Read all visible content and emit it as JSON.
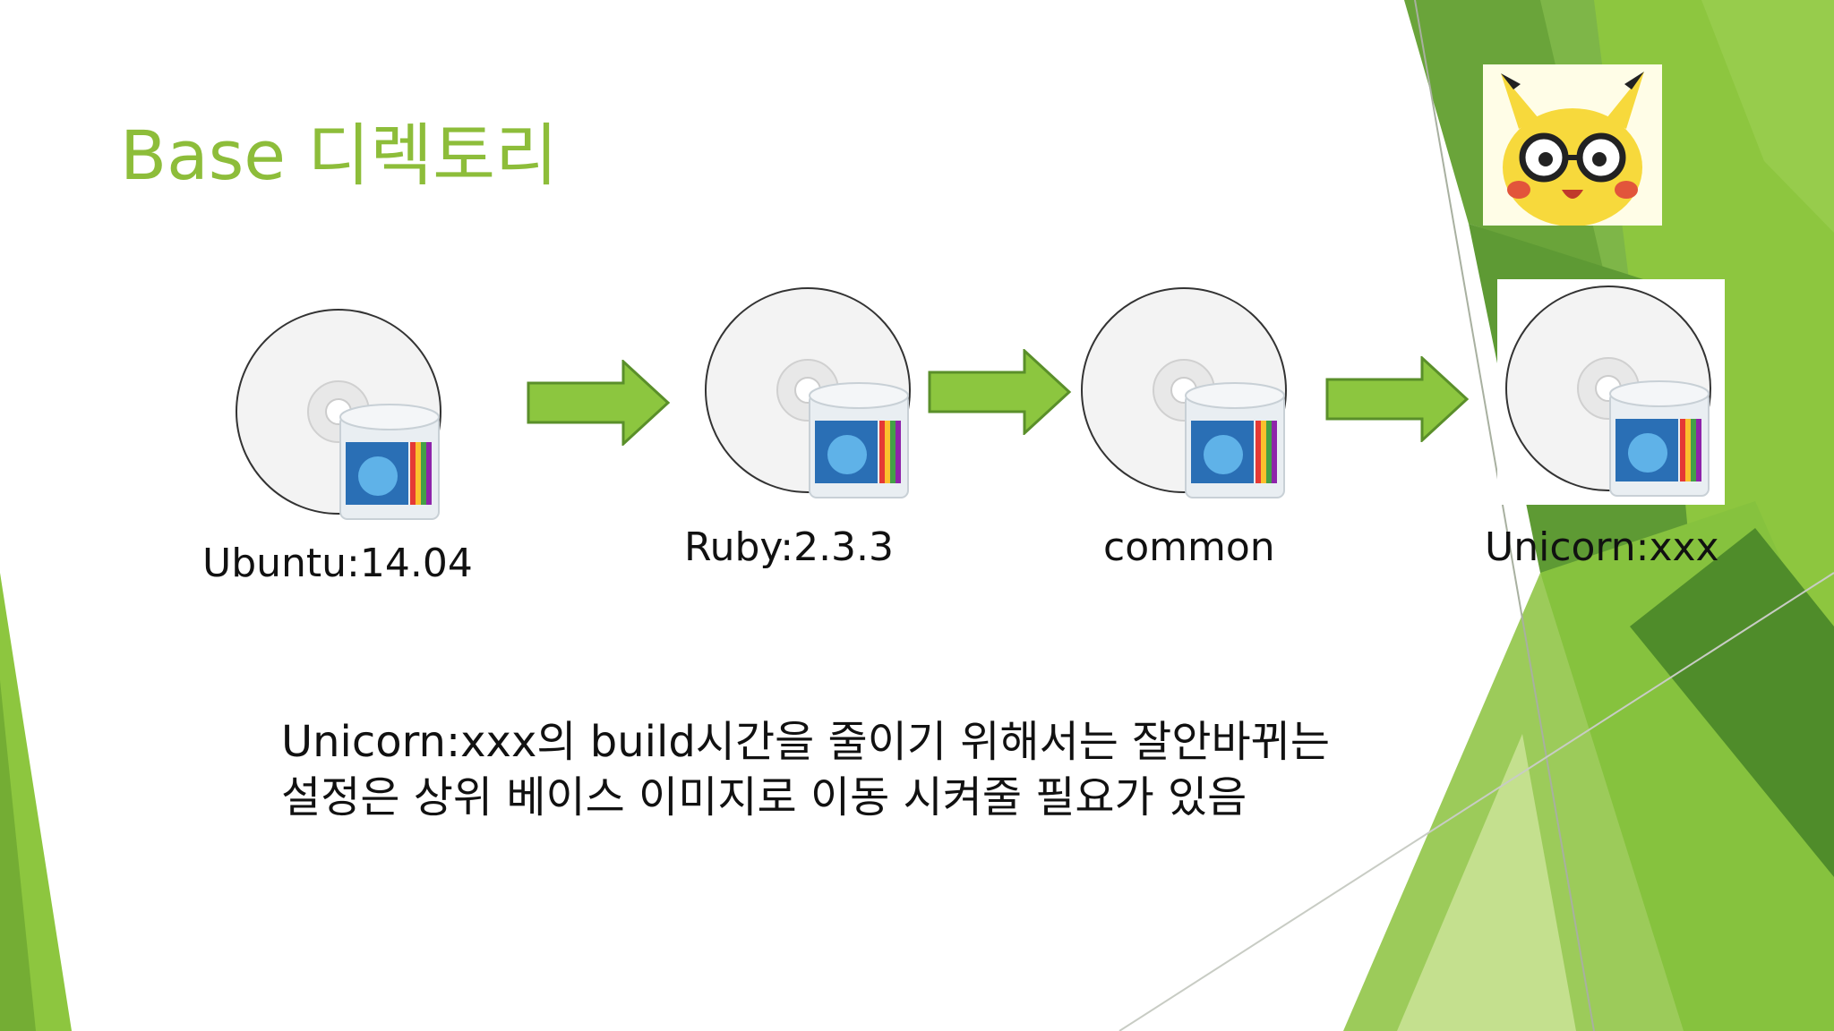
{
  "slide": {
    "title": "Base 디렉토리",
    "colors": {
      "accent": "#8dbd3a",
      "dark_green": "#5f9a2e",
      "arrow_fill": "#8cc63f",
      "arrow_stroke": "#5a8f2a"
    }
  },
  "stages": [
    {
      "label": "Ubuntu:14.04",
      "icon": "cd-disc-icon"
    },
    {
      "label": "Ruby:2.3.3",
      "icon": "cd-disc-icon"
    },
    {
      "label": "common",
      "icon": "cd-disc-icon"
    },
    {
      "label": "Unicorn:xxx",
      "icon": "cd-disc-icon"
    }
  ],
  "arrows": [
    "right-arrow-icon",
    "right-arrow-icon",
    "right-arrow-icon"
  ],
  "mascot": {
    "icon": "pikachu-with-glasses-icon"
  },
  "note": {
    "line1": "Unicorn:xxx의 build시간을 줄이기 위해서는 잘안바뀌는",
    "line2": "설정은 상위 베이스 이미지로 이동 시켜줄 필요가 있음"
  }
}
